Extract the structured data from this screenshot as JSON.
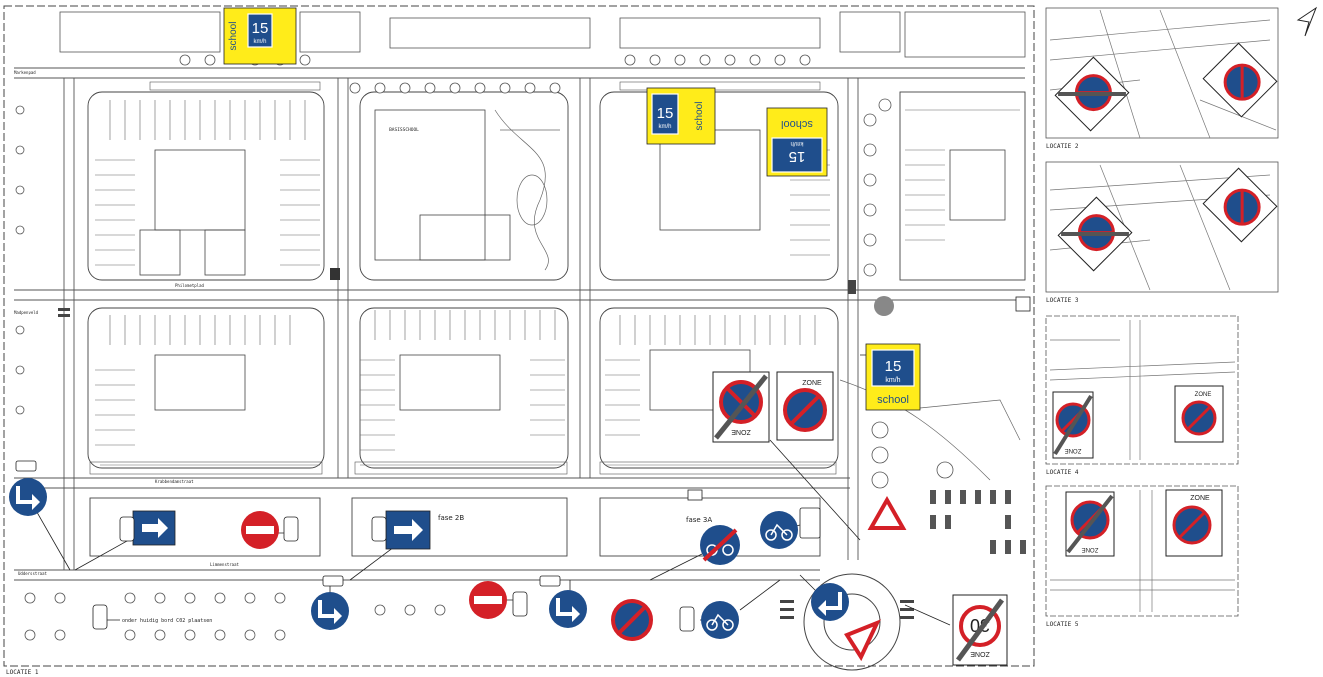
{
  "page": {
    "locations": {
      "l1": "LOCATIE 1",
      "l2": "LOCATIE 2",
      "l3": "LOCATIE 3",
      "l4": "LOCATIE 4",
      "l5": "LOCATIE 5"
    },
    "signs": {
      "speed_value": "15",
      "speed_unit": "km/h",
      "speed_word": "school",
      "zone_word": "ZONE",
      "limit_30": "30"
    },
    "map_text": {
      "basisschool": "BASISSCHOOL",
      "fase_2b": "fase 2B",
      "fase_3a": "fase 3A",
      "bord_note": "onder huidig bord C02 plaatsen",
      "markenpad": "Markenpad",
      "madpenveld": "Madpenveld",
      "uddersstraat": "Uddersstraat",
      "limmenstraat": "Limmenstraat",
      "philometplad": "Philometplad",
      "krabbendamstraat": "Krabbendamstraat"
    }
  },
  "colors": {
    "sign_blue": "#1f4e8c",
    "sign_red": "#d42027",
    "sign_yellow": "#ffec1a",
    "line": "#444444",
    "grey_fill": "#888888"
  }
}
